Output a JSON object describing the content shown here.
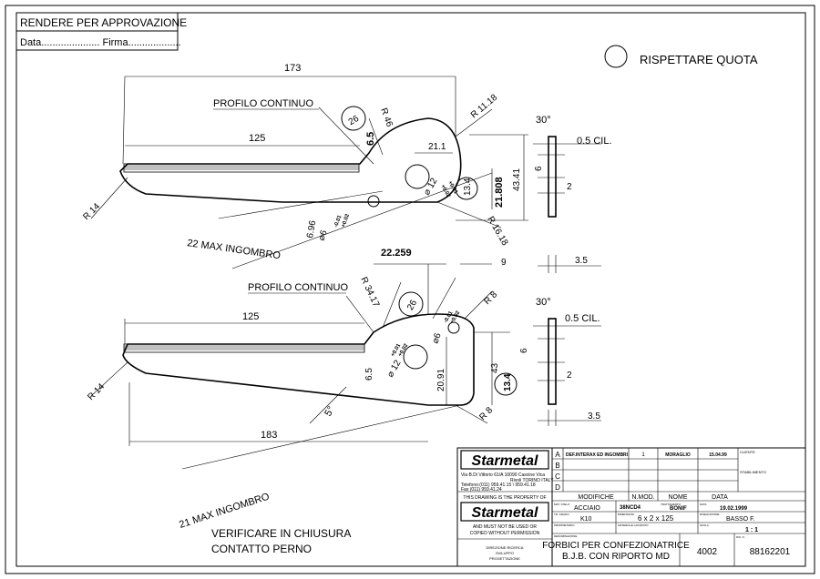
{
  "approval_box": {
    "title": "RENDERE PER APPROVAZIONE",
    "data_firma": "Data..................... Firma..................."
  },
  "legend": {
    "respect_dimension": "RISPETTARE QUOTA"
  },
  "top_view": {
    "profile_label": "PROFILO CONTINUO",
    "overall_length": "173",
    "blade_length": "125",
    "r46": "R 46",
    "r1118": "R 11.18",
    "radius_tip": "R 14",
    "r1618": "R 16.18",
    "circled_26": "26",
    "dim_65": "6.5",
    "dim_211": "21.1",
    "circled_134": "13.4",
    "dim_21808": "21.808",
    "dim_4341": "43.41",
    "dia_12": "⌀ 12",
    "tol_plus": "+0.01",
    "tol_minus": "+0.02",
    "dim_696": "6.96",
    "dia_6": "⌀6",
    "tol_b1": "-0.01",
    "tol_b2": "+0.02",
    "max_ingombro": "22 MAX INGOMBRO"
  },
  "top_section": {
    "angle": "30°",
    "chamfer": "0.5 CIL.",
    "dim_6": "6",
    "dim_2": "2",
    "dim_35": "3.5"
  },
  "bottom_view": {
    "profile_label": "PROFILO CONTINUO",
    "dim_22259": "22.259",
    "dim_9": "9",
    "r3417": "R 34.17",
    "r8_top": "R 8",
    "r8_bot": "R 8",
    "circled_26": "26",
    "blade_length": "125",
    "radius_tip": "R 14",
    "dim_65": "6.5",
    "dia_12": "⌀ 12",
    "tol_a1": "+0.01",
    "tol_a2": "+0.02",
    "dia_6": "⌀6",
    "tol_b1": "-0.01",
    "tol_b2": "+0.02",
    "dim_2091": "20.91",
    "dim_43": "43",
    "circled_134": "13.4",
    "angle_5": "5°",
    "overall_length": "183",
    "max_ingombro": "21 MAX INGOMBRO",
    "note_line1": "VERIFICARE IN CHIUSURA",
    "note_line2": "CONTATTO PERNO"
  },
  "bottom_section": {
    "angle": "30°",
    "chamfer": "0.5 CIL.",
    "dim_6": "6",
    "dim_2": "2",
    "dim_35": "3.5"
  },
  "title_block": {
    "company": "Starmetal",
    "address_line1": "Via B.Di Vittorio 61/A   10090 Cascine Vica",
    "address_line2": "Rivoli TORINO ITALY",
    "phone": "Telefono:(011) 959.41.15 \\ 959.41.18",
    "fax": "Fax (011) 959.41.24",
    "property_note": "THIS DRAWING IS THE PROPERTY OF",
    "use_note1": "AND MUST NOT BE USED OR",
    "use_note2": "COPIED WITHOUT PERMISSION",
    "dept1": "DIREZIONE RICERCA",
    "dept2": "SVILUPPO",
    "dept3": "PROGETTAZIONE",
    "rev_letters": [
      "A",
      "B",
      "C",
      "D"
    ],
    "rev_a_desc": "DEF.INTERAX ED INGOMBRI",
    "rev_a_num": "1",
    "rev_a_name": "MORAGLIO",
    "rev_a_date": "15.04.99",
    "client_label": "CLIENTE",
    "plant_label": "STABILIMENTO",
    "col_modifiche": "MODIFICHE",
    "col_nmod": "N.MOD.",
    "col_nome": "NOME",
    "col_data": "DATA",
    "mat_label": "MAT. STELO",
    "material": "ACCIAIO",
    "material_code": "38NCD4",
    "tr_label": "TRATTAMENTO",
    "treatment": "BONIF",
    "date_label": "DATA",
    "date": "19.02.1999",
    "hard_label": "TR. GRADO",
    "hardness": "K10",
    "dim_label": "DIMENSIONI",
    "dimensions": "6 x 2 x 125",
    "drawer_label": "DISEGNATORE",
    "drawer": "BASSO F.",
    "prop_label": "PROPRIETARIO",
    "lav_label": "MATERIALE LAVORATO",
    "scale_label": "SCALA",
    "scale": "1 : 1",
    "denom_label": "DENOMINAZIONE",
    "title_line1": "FORBICI PER CONFEZIONATRICE",
    "title_line2": "B.J.B. CON RIPORTO MD",
    "code": "4002",
    "drawing_label": "DIS. N.",
    "drawing_number": "88162201"
  }
}
